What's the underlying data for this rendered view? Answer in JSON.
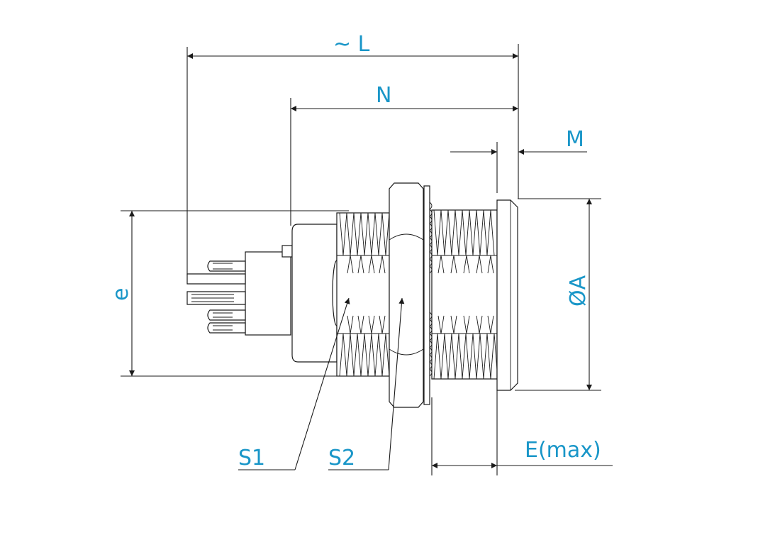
{
  "labels": {
    "L": "~ L",
    "N": "N",
    "M": "M",
    "A": "ØA",
    "e": "e",
    "S1": "S1",
    "S2": "S2",
    "E": "E(max)"
  },
  "colors": {
    "label": "#1996c8",
    "line": "#1a1a1a"
  }
}
